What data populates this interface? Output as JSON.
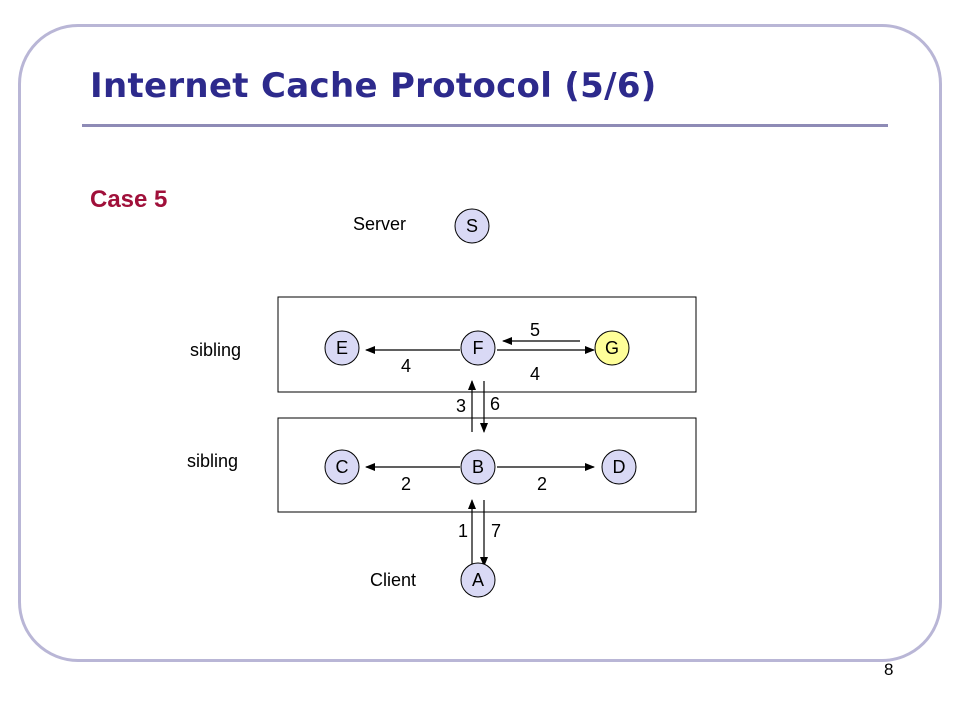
{
  "title": "Internet Cache Protocol (5/6)",
  "subtitle": "Case 5",
  "page_number": "8",
  "colors": {
    "title": "#2d2a8c",
    "case": "#a0103a",
    "node_fill": "#d9d9f5",
    "highlight_fill": "#ffff99",
    "frame": "#b9b6d6"
  },
  "diagram": {
    "labels": {
      "server": "Server",
      "client": "Client",
      "sibling_top": "sibling",
      "sibling_bottom": "sibling"
    },
    "nodes": {
      "S": "S",
      "E": "E",
      "F": "F",
      "G": "G",
      "C": "C",
      "B": "B",
      "D": "D",
      "A": "A"
    },
    "edges": {
      "f_to_e": "4",
      "g_to_f": "5",
      "f_to_g": "4",
      "b_to_f": "3",
      "f_to_b": "6",
      "b_to_c": "2",
      "b_to_d": "2",
      "a_to_b": "1",
      "b_to_a": "7"
    }
  }
}
